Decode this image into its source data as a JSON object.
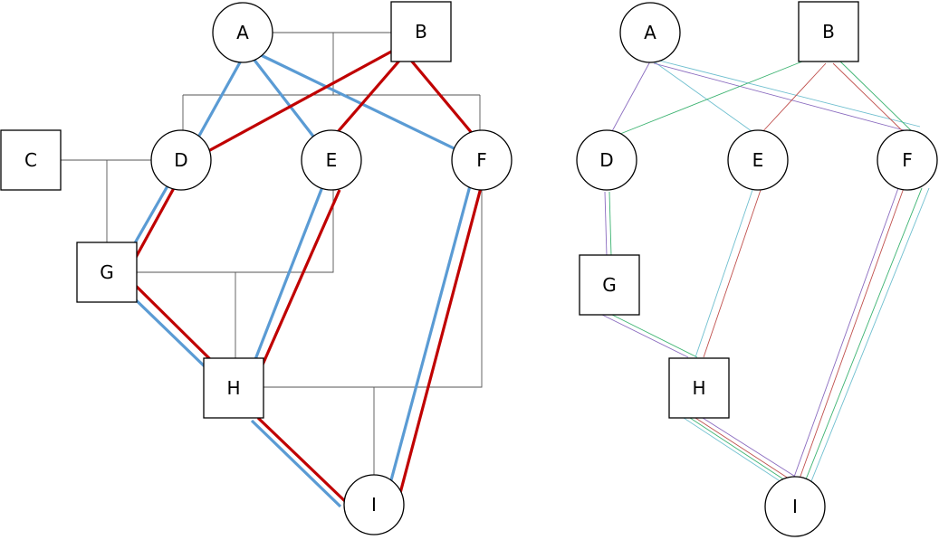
{
  "colors": {
    "node_stroke": "#000000",
    "line_gray": "#555555",
    "blue": "#5a9bd4",
    "red": "#c00000",
    "purple": "#8a6bbf",
    "teal": "#6fbfcf",
    "green": "#3cb371",
    "dark_red": "#c0504d"
  },
  "left_graph": {
    "nodes": [
      {
        "id": "A",
        "label": "A",
        "shape": "circle"
      },
      {
        "id": "B",
        "label": "B",
        "shape": "square"
      },
      {
        "id": "C",
        "label": "C",
        "shape": "square"
      },
      {
        "id": "D",
        "label": "D",
        "shape": "circle"
      },
      {
        "id": "E",
        "label": "E",
        "shape": "circle"
      },
      {
        "id": "F",
        "label": "F",
        "shape": "circle"
      },
      {
        "id": "G",
        "label": "G",
        "shape": "square"
      },
      {
        "id": "H",
        "label": "H",
        "shape": "square"
      },
      {
        "id": "I",
        "label": "I",
        "shape": "circle"
      }
    ],
    "blue_edges": [
      [
        "A",
        "D"
      ],
      [
        "A",
        "E"
      ],
      [
        "A",
        "F"
      ],
      [
        "D",
        "G"
      ],
      [
        "G",
        "H"
      ],
      [
        "E",
        "H"
      ],
      [
        "H",
        "I"
      ],
      [
        "F",
        "I"
      ]
    ],
    "red_edges": [
      [
        "B",
        "D"
      ],
      [
        "B",
        "E"
      ],
      [
        "B",
        "F"
      ],
      [
        "D",
        "G"
      ],
      [
        "G",
        "H"
      ],
      [
        "E",
        "H"
      ],
      [
        "H",
        "I"
      ],
      [
        "F",
        "I"
      ]
    ]
  },
  "right_graph": {
    "nodes": [
      {
        "id": "A",
        "label": "A",
        "shape": "circle"
      },
      {
        "id": "B",
        "label": "B",
        "shape": "square"
      },
      {
        "id": "D",
        "label": "D",
        "shape": "circle"
      },
      {
        "id": "E",
        "label": "E",
        "shape": "circle"
      },
      {
        "id": "F",
        "label": "F",
        "shape": "circle"
      },
      {
        "id": "G",
        "label": "G",
        "shape": "square"
      },
      {
        "id": "H",
        "label": "H",
        "shape": "square"
      },
      {
        "id": "I",
        "label": "I",
        "shape": "circle"
      }
    ]
  }
}
